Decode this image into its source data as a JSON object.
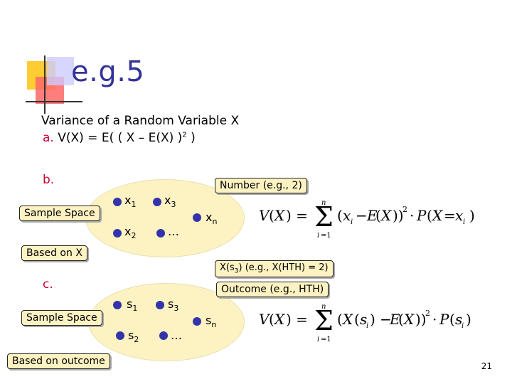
{
  "slide": {
    "title": "e.g.5",
    "heading": "Variance of a Random Variable X",
    "item_a_marker": "a.",
    "item_a_text": "V(X) = E(  ( X – E(X) )",
    "item_a_sup": "2",
    "item_a_close": ")",
    "item_b_marker": "b.",
    "item_c_marker": "c.",
    "slide_number": "21"
  },
  "diagram_b": {
    "x1": "x",
    "x1_sub": "1",
    "x3": "x",
    "x3_sub": "3",
    "xn": "x",
    "xn_sub": "n",
    "x2": "x",
    "x2_sub": "2",
    "dots": "…",
    "callout_sample_space": "Sample Space",
    "callout_based_on": "Based on X",
    "callout_number": "Number (e.g., 2)",
    "callout_xs3_pre": "X(s",
    "callout_xs3_sub": "3",
    "callout_xs3_post": ") (e.g., X(HTH) = 2)"
  },
  "diagram_c": {
    "s1": "s",
    "s1_sub": "1",
    "s3": "s",
    "s3_sub": "3",
    "sn": "s",
    "sn_sub": "n",
    "s2": "s",
    "s2_sub": "2",
    "dots": "…",
    "callout_sample_space": "Sample Space",
    "callout_based_on": "Based on outcome",
    "callout_outcome": "Outcome (e.g., HTH)"
  },
  "colors": {
    "title": "#333399",
    "accent": "#cc0033",
    "ellipse_fill": "#fdf2c2",
    "dot": "#3333aa"
  }
}
